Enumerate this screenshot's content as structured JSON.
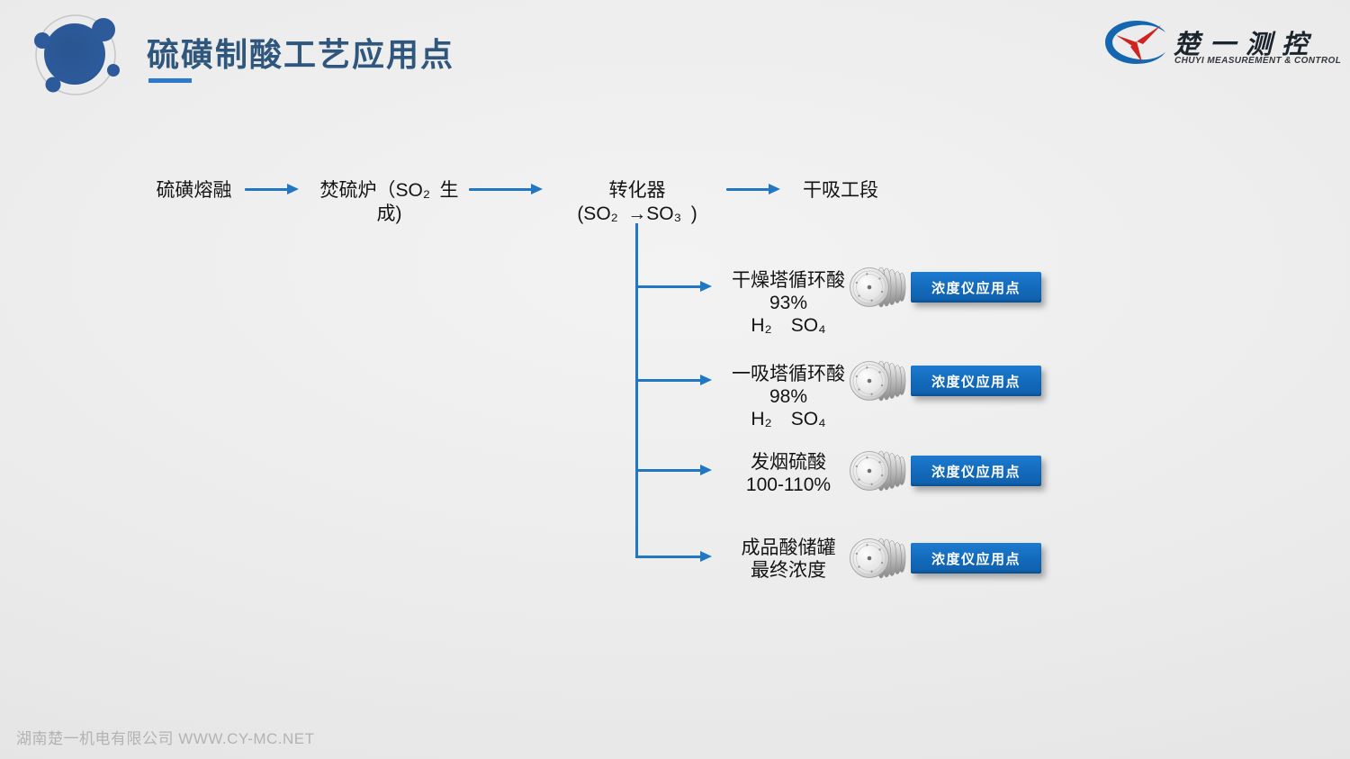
{
  "slide": {
    "title": "硫磺制酸工艺应用点",
    "footer": "湖南楚一机电有限公司 WWW.CY-MC.NET"
  },
  "brand": {
    "name_cn": "楚一测控",
    "name_en": "CHUYI MEASUREMENT & CONTROL"
  },
  "flow": {
    "nodes": [
      {
        "line1": "硫磺熔融",
        "line2": ""
      },
      {
        "line1": "焚硫炉（SO₂ 生",
        "line2": "成)"
      },
      {
        "line1": "转化器",
        "line2": "(SO₂ →SO₃ )"
      },
      {
        "line1": "干吸工段",
        "line2": ""
      }
    ]
  },
  "branches": [
    {
      "line1": "干燥塔循环酸",
      "line2": "93%",
      "line3": "H₂　SO₄",
      "button_label": "浓度仪应用点"
    },
    {
      "line1": "一吸塔循环酸",
      "line2": "98%",
      "line3": "H₂　SO₄",
      "button_label": "浓度仪应用点"
    },
    {
      "line1": "发烟硫酸",
      "line2": "100-110%",
      "line3": "",
      "button_label": "浓度仪应用点"
    },
    {
      "line1": "成品酸储罐",
      "line2": "最终浓度",
      "line3": "",
      "button_label": "浓度仪应用点"
    }
  ],
  "colors": {
    "accent_blue": "#2277c5",
    "button_blue": "#1268b8",
    "title_blue": "#2f567c",
    "underline_blue": "#2b7ad0",
    "decor_blue": "#2c5a9a",
    "logo_red": "#cf2420",
    "logo_blue": "#1566b0",
    "footer_gray": "#b3b3b3"
  }
}
